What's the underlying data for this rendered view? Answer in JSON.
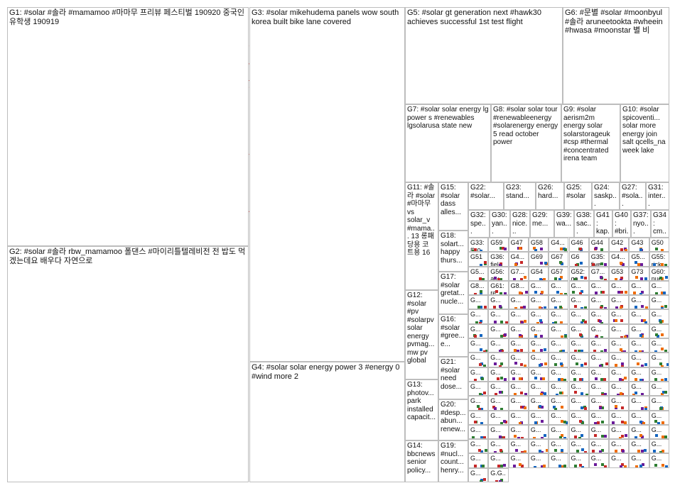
{
  "groups": [
    {
      "id": "G1",
      "label": "G1: #solar #솔라 #mamamoo #마마무 프리뷰 페스티벌 190920 중국인 유학생 190919",
      "node": "#1f2a78",
      "edge": "#7f7f7f",
      "kind": "blob"
    },
    {
      "id": "G2",
      "label": "G2: #solar #솔라 rbw_mamamoo 폴댄스 #마이리틀텔레비전 전 밥도 먹겠는데요 배우다 자연으로",
      "node": "#2f7bc4",
      "edge": "#8fb3d9",
      "kind": "blob"
    },
    {
      "id": "G3",
      "label": "G3: #solar mikehudema panels wow south korea built bike lane covered",
      "node": "#2e7d32",
      "edge": "#9e9e9e",
      "kind": "blob"
    },
    {
      "id": "G4",
      "label": "G4: #solar solar energy power 3 #energy 0 #wind more 2",
      "node": "#4caf50",
      "edge": "#c8c8c8",
      "kind": "grid"
    },
    {
      "id": "G5",
      "label": "G5: #solar gt generation next #hawk30 achieves successful 1st test flight",
      "node": "#b71c1c",
      "edge": "#e57373",
      "kind": "blob"
    },
    {
      "id": "G6",
      "label": "G6: #문별 #solar #moonbyul #솔라 aruneetookta #wheein #hwasa #moonstar 별 비",
      "node": "#e08a1e",
      "edge": "#f3c27a",
      "kind": "blob"
    },
    {
      "id": "G7",
      "label": "G7: #solar solar energy lg power s #renewables lgsolarusa state new",
      "node": "#d6b400",
      "edge": "#e6d27a",
      "kind": "grid"
    },
    {
      "id": "G8",
      "label": "G8: #solar solar tour #renewableenergy #solarenergy energy 5 read october power",
      "node": "#8d6e63",
      "edge": "#c0aca4",
      "kind": "grid"
    },
    {
      "id": "G9",
      "label": "G9: #solar aerism2m energy solar solarstorageuk #csp #thermal #concentrated irena team",
      "node": "#00897b",
      "edge": "#80cbc4",
      "kind": "grid"
    },
    {
      "id": "G10",
      "label": "G10: #solar spicoventi... solar more energy join salt qcells_na week lake",
      "node": "#6a1b9a",
      "edge": "#b39ddb",
      "kind": "grid"
    },
    {
      "id": "G11",
      "label": "G11: #솔라 #solar #마마무 vs solar_v #mama... 13 롱패 당용 코 트용 16",
      "node": "#3949ab",
      "edge": "#9fa8da",
      "kind": "grid"
    },
    {
      "id": "G15",
      "label": "G15: #solar dass alles...",
      "node": "#5d4037",
      "edge": "#a1887f",
      "kind": "grid"
    },
    {
      "id": "G22",
      "label": "G22: #solar...",
      "node": "#455a64",
      "edge": "#90a4ae",
      "kind": "grid"
    },
    {
      "id": "G23",
      "label": "G23: stand...",
      "node": "#c62828",
      "edge": "#ef9a9a",
      "kind": "grid"
    },
    {
      "id": "G26",
      "label": "G26: hard...",
      "node": "#1565c0",
      "edge": "#90caf9",
      "kind": "grid"
    },
    {
      "id": "G25",
      "label": "G25: #solar",
      "node": "#2e7d32",
      "edge": "#a5d6a7",
      "kind": "grid"
    },
    {
      "id": "G24",
      "label": "G24: saskp...",
      "node": "#6d4c41",
      "edge": "#bcaaa4",
      "kind": "grid"
    },
    {
      "id": "G27",
      "label": "G27: #sola...",
      "node": "#7b1fa2",
      "edge": "#ce93d8",
      "kind": "grid"
    },
    {
      "id": "G31",
      "label": "G31: inter...",
      "node": "#0277bd",
      "edge": "#81d4fa",
      "kind": "grid"
    },
    {
      "id": "G18",
      "label": "G18: solart... happy thurs...",
      "node": "#ef6c00",
      "edge": "#ffcc80",
      "kind": "grid"
    },
    {
      "id": "G32",
      "label": "G32: spe...",
      "node": "#00838f",
      "edge": "#80deea",
      "kind": "grid"
    },
    {
      "id": "G30",
      "label": "G30: yan...",
      "node": "#558b2f",
      "edge": "#c5e1a5",
      "kind": "grid"
    },
    {
      "id": "G28",
      "label": "G28: nice...",
      "node": "#ad1457",
      "edge": "#f48fb1",
      "kind": "grid"
    },
    {
      "id": "G29",
      "label": "G29: me...",
      "node": "#283593",
      "edge": "#9fa8da",
      "kind": "grid"
    },
    {
      "id": "G39",
      "label": "G39: wa...",
      "node": "#4e342e",
      "edge": "#bcaaa4",
      "kind": "grid"
    },
    {
      "id": "G38",
      "label": "G38: sac...",
      "node": "#00695c",
      "edge": "#80cbc4",
      "kind": "grid"
    },
    {
      "id": "G41",
      "label": "G41: kap...",
      "node": "#c62828",
      "edge": "#ef9a9a",
      "kind": "grid"
    },
    {
      "id": "G40",
      "label": "G40: #bri...",
      "node": "#1565c0",
      "edge": "#90caf9",
      "kind": "grid"
    },
    {
      "id": "G37",
      "label": "G37: nyo...",
      "node": "#6a1b9a",
      "edge": "#ce93d8",
      "kind": "grid"
    },
    {
      "id": "G34",
      "label": "G34: cm...",
      "node": "#2e7d32",
      "edge": "#a5d6a7",
      "kind": "grid"
    },
    {
      "id": "G12",
      "label": "G12: #solar #pv #solarpv solar energy pvmag... mw pv global",
      "node": "#1565c0",
      "edge": "#90caf9",
      "kind": "grid"
    },
    {
      "id": "G17",
      "label": "G17: #solar gretat... nucle...",
      "node": "#f9a825",
      "edge": "#fff59d",
      "kind": "grid"
    },
    {
      "id": "G16",
      "label": "G16: #solar #gree... e...",
      "node": "#558b2f",
      "edge": "#c5e1a5",
      "kind": "grid"
    },
    {
      "id": "G21",
      "label": "G21: #solar need dose...",
      "node": "#6d4c41",
      "edge": "#bcaaa4",
      "kind": "grid"
    },
    {
      "id": "G13",
      "label": "G13: photov... park installed capacit...",
      "node": "#00838f",
      "edge": "#80deea",
      "kind": "grid"
    },
    {
      "id": "G20",
      "label": "G20: #desp... abun... renew...",
      "node": "#c62828",
      "edge": "#ef9a9a",
      "kind": "grid"
    },
    {
      "id": "G14",
      "label": "G14: bbcnews senior policy...",
      "node": "#37474f",
      "edge": "#b0bec5",
      "kind": "grid"
    },
    {
      "id": "G19",
      "label": "G19: #nucl... count... henry...",
      "node": "#7b1fa2",
      "edge": "#ce93d8",
      "kind": "grid"
    }
  ],
  "small_cells": {
    "labels": [
      "G33: #so...",
      "G59",
      "G47",
      "G58",
      "G4...",
      "G46",
      "G44",
      "G42",
      "G43",
      "G50",
      "G51",
      "G36: fiel...",
      "G4...",
      "G69",
      "G67",
      "G6",
      "G35: five...",
      "G4...",
      "G5...",
      "G55: rick...",
      "G5...",
      "G56: atu...",
      "G7...",
      "G54",
      "G57",
      "G52: go...",
      "G7...",
      "G53",
      "G73",
      "G60: nuc...",
      "G8...",
      "G61: re...",
      "G8...",
      "G...",
      "G...",
      "G...",
      "G...",
      "G...",
      "G...",
      "G...",
      "G...",
      "G...",
      "G...",
      "G...",
      "G...",
      "G...",
      "G...",
      "G...",
      "G...",
      "G...",
      "G...",
      "G...",
      "G...",
      "G...",
      "G...",
      "G...",
      "G...",
      "G...",
      "G...",
      "G...",
      "G...",
      "G...",
      "G...",
      "G...",
      "G...",
      "G...",
      "G...",
      "G...",
      "G...",
      "G...",
      "G...",
      "G...",
      "G...",
      "G...",
      "G...",
      "G...",
      "G...",
      "G...",
      "G...",
      "G...",
      "G...",
      "G...",
      "G...",
      "G...",
      "G...",
      "G...",
      "G...",
      "G...",
      "G...",
      "G...",
      "G...",
      "G...",
      "G...",
      "G...",
      "G...",
      "G...",
      "G...",
      "G...",
      "G...",
      "G...",
      "G...",
      "G...",
      "G...",
      "G...",
      "G...",
      "G...",
      "G...",
      "G...",
      "G...",
      "G...",
      "G...",
      "G...",
      "G...",
      "G...",
      "G...",
      "G...",
      "G...",
      "G...",
      "G...",
      "G...",
      "G...",
      "G...",
      "G...",
      "G...",
      "G...",
      "G...",
      "G...",
      "G...",
      "G...",
      "G...",
      "G...",
      "G...",
      "G...",
      "G...",
      "G...",
      "G...",
      "G...",
      "G...",
      "G...",
      "G...",
      "G...",
      "G...",
      "G...",
      "G...",
      "G...",
      "G...",
      "G...",
      "G...",
      "G...",
      "G...",
      "G...",
      "G...",
      "G...",
      "G...",
      "G...",
      "G...",
      "G...",
      "G...",
      "G...",
      "G...",
      "G...",
      "G.G..."
    ]
  },
  "colors": {
    "background": "#ffffff",
    "panel_border": "#bdbdbd",
    "cross_edge": "#e53935",
    "label_text": "#111111"
  }
}
